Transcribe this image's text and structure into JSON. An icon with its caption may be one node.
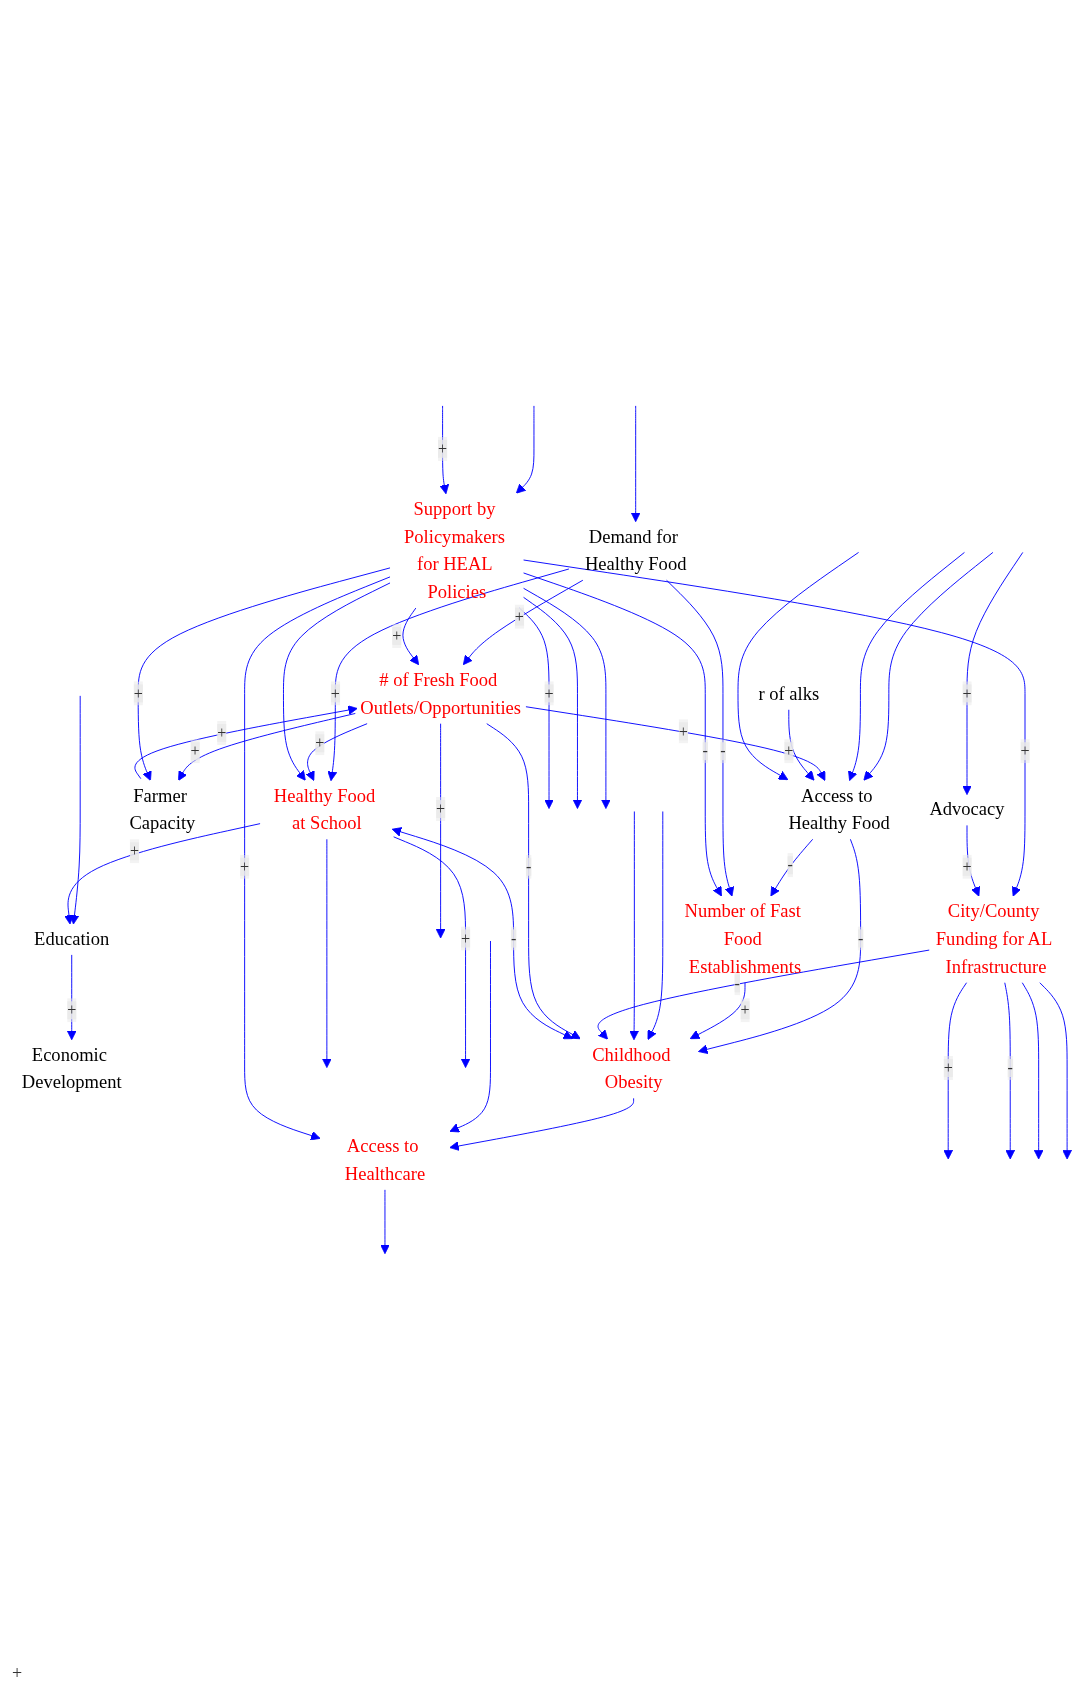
{
  "diagram": {
    "nodes": [
      {
        "text": [
          "Economic Development"
        ]
      },
      {
        "text": [
          "Education"
        ]
      },
      {
        "text": [
          "Access to Healthy Food"
        ]
      },
      {
        "text": [
          "r of alks"
        ]
      },
      {
        "text": [
          "Number of Fast Food Establishments"
        ]
      },
      {
        "text": [
          "Childhood Obesity"
        ]
      },
      {
        "text": [
          "Demand for Healthy Food"
        ]
      },
      {
        "text": [
          "City/County Funding for AL Infrastructure"
        ]
      },
      {
        "text": [
          "# of Fresh Food Outlets/Opportunities"
        ]
      },
      {
        "text": [
          "Access to Healthcare"
        ]
      },
      {
        "text": [
          "Farmer Capacity"
        ]
      },
      {
        "text": [
          "Support by Policymakers for HEAL Policies"
        ]
      },
      {
        "text": [
          "Healthy Food at School"
        ]
      },
      {
        "text": [
          "Advocacy"
        ]
      }
    ],
    "edges": [
      {
        "from": 1,
        "to": 0,
        "arrow": "to",
        "label": "+"
      },
      {
        "from": null,
        "to": 1,
        "arrow": "to"
      },
      {
        "from": null,
        "to": 2,
        "arrow": "to"
      },
      {
        "from": null,
        "to": 2,
        "arrow": "to"
      },
      {
        "from": 8,
        "to": 2,
        "arrow": "to",
        "label": "+"
      },
      {
        "from": 3,
        "to": 2,
        "arrow": "to",
        "label": "+"
      },
      {
        "from": null,
        "to": 2,
        "arrow": "to"
      },
      {
        "from": 2,
        "to": 5,
        "arrow": "to",
        "label": "-"
      },
      {
        "from": 2,
        "to": 4,
        "arrow": "to",
        "label": "-"
      },
      {
        "from": 4,
        "to": 5,
        "arrow": "to",
        "label": "+"
      },
      {
        "from": null,
        "to": 5,
        "arrow": "to"
      },
      {
        "from": null,
        "to": 5,
        "arrow": "to"
      },
      {
        "from": 7,
        "to": 5,
        "arrow": "to",
        "label": "-"
      },
      {
        "from": 8,
        "to": 5,
        "arrow": "to",
        "label": "-"
      },
      {
        "from": 12,
        "to": 5,
        "arrow": "both",
        "label": "-"
      },
      {
        "from": 5,
        "to": 9,
        "arrow": "to"
      },
      {
        "from": 7,
        "to": null,
        "arrow": "to",
        "label": "+"
      },
      {
        "from": 7,
        "to": null,
        "arrow": "to",
        "label": "-"
      },
      {
        "from": 7,
        "to": null,
        "arrow": "to"
      },
      {
        "from": 7,
        "to": null,
        "arrow": "to"
      },
      {
        "from": 6,
        "to": 4,
        "arrow": "to",
        "label": "-"
      },
      {
        "from": 6,
        "to": 8,
        "arrow": "to",
        "label": "+"
      },
      {
        "from": 6,
        "to": 12,
        "arrow": "to",
        "label": "+"
      },
      {
        "from": null,
        "to": 6,
        "arrow": "to"
      },
      {
        "from": 8,
        "to": 10,
        "arrow": "to",
        "label": "+"
      },
      {
        "from": 10,
        "to": 8,
        "arrow": "to",
        "label": "+"
      },
      {
        "from": 8,
        "to": 12,
        "arrow": "to",
        "label": "+"
      },
      {
        "from": 8,
        "to": null,
        "arrow": "to",
        "label": "+"
      },
      {
        "from": 12,
        "to": 1,
        "arrow": "to",
        "label": "+"
      },
      {
        "from": 9,
        "to": null,
        "arrow": "to"
      },
      {
        "from": null,
        "to": 9,
        "arrow": "to"
      },
      {
        "from": 11,
        "to": null,
        "arrow": "to",
        "label": "+"
      },
      {
        "from": 11,
        "to": 4,
        "arrow": "to",
        "label": "-"
      },
      {
        "from": 11,
        "to": 8,
        "arrow": "to",
        "label": "+"
      },
      {
        "from": 11,
        "to": 7,
        "arrow": "to",
        "label": "+"
      },
      {
        "from": 11,
        "to": 9,
        "arrow": "to",
        "label": "+"
      },
      {
        "from": 11,
        "to": 10,
        "arrow": "to",
        "label": "+"
      },
      {
        "from": 11,
        "to": 12,
        "arrow": "to"
      },
      {
        "from": null,
        "to": 11,
        "arrow": "to"
      },
      {
        "from": 11,
        "to": null,
        "arrow": "to"
      },
      {
        "from": null,
        "to": 11,
        "arrow": "to",
        "label": "+"
      },
      {
        "from": 11,
        "to": null,
        "arrow": "to"
      },
      {
        "from": 13,
        "to": 7,
        "arrow": "to",
        "label": "+"
      },
      {
        "from": null,
        "to": 13,
        "arrow": "to",
        "label": "+"
      },
      {
        "from": 12,
        "to": null,
        "arrow": "to"
      },
      {
        "from": 12,
        "to": null,
        "arrow": "to",
        "label": "+"
      }
    ],
    "labels": [
      "+"
    ]
  }
}
